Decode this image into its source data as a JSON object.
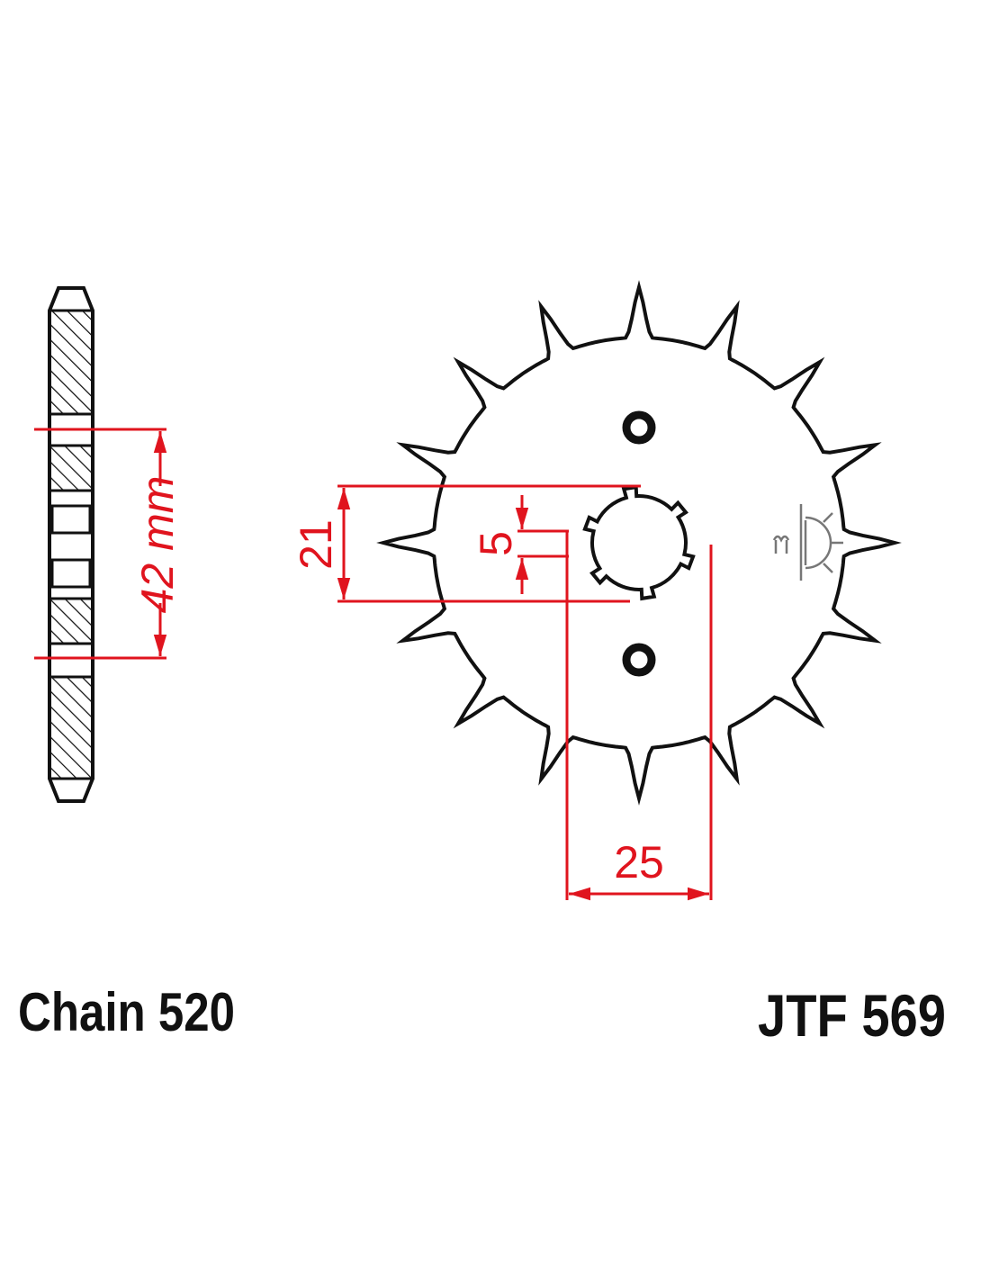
{
  "title": "JTF 569",
  "chain_label": "Chain 520",
  "sprocket": {
    "teeth": 16
  },
  "dimensions": {
    "bolt_circle": "42 mm",
    "spline_outer": "21",
    "spline_width": "5",
    "spline_total": "25"
  },
  "colors": {
    "dimension": "#e0141e",
    "outline": "#111111",
    "symbol": "#777777"
  }
}
